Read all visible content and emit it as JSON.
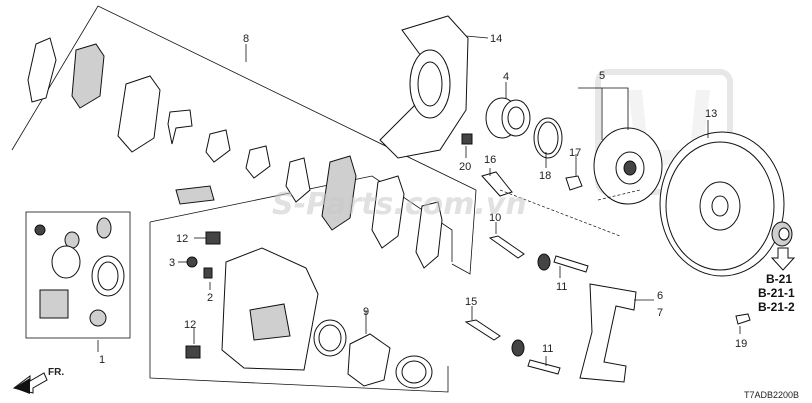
{
  "diagram": {
    "callouts": [
      "1",
      "2",
      "3",
      "4",
      "5",
      "6",
      "7",
      "8",
      "9",
      "10",
      "11",
      "11",
      "12",
      "12",
      "13",
      "14",
      "15",
      "16",
      "17",
      "18",
      "19",
      "20"
    ],
    "refs": [
      "B-21",
      "B-21-1",
      "B-21-2"
    ],
    "direction_label": "FR.",
    "drawing_code": "T7ADB2200B",
    "watermark": "S-Parts.com.vn"
  },
  "colors": {
    "line": "#111111",
    "watermark": "#c8c8c8"
  }
}
